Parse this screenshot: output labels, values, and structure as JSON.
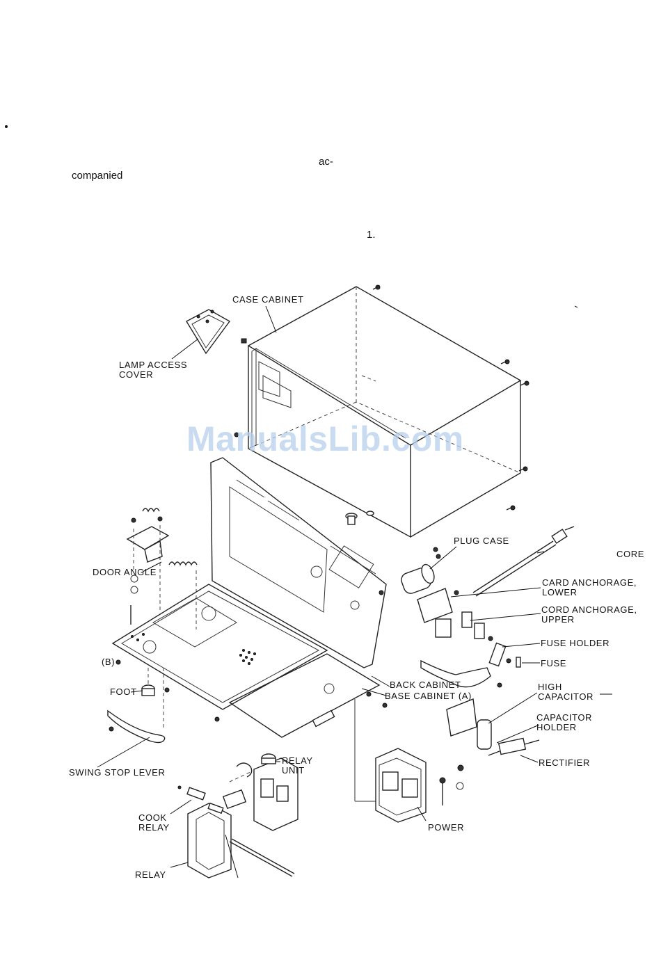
{
  "text": {
    "fragment_ac": "ac-",
    "fragment_companied": "companied",
    "fragment_number": "1."
  },
  "watermark": "ManualsLib.com",
  "labels": {
    "case_cabinet": "CASE CABINET",
    "lamp_access_cover": "LAMP ACCESS\nCOVER",
    "plug_case": "PLUG CASE",
    "cord": "CORE",
    "door_angle": "DOOR ANGLE",
    "card_anchorage_lower": "CARD ANCHORAGE,\nLOWER",
    "cord_anchorage_upper": "CORD ANCHORAGE,\nUPPER",
    "fuse_holder": "FUSE HOLDER",
    "fuse": "FUSE",
    "b": "(B)",
    "back_cabinet": "BACK CABINET",
    "base_cabinet_a": "BASE CABINET (A)",
    "foot": "FOOT",
    "high_capacitor": "HIGH\nCAPACITOR",
    "capacitor_holder": "CAPACITOR\nHOLDER",
    "rectifier": "RECTIFIER",
    "relay_unit": "RELAY\nUNIT",
    "swing_stop_lever": "SWING STOP LEVER",
    "cook_relay": "COOK\nRELAY",
    "power": "POWER",
    "relay": "RELAY"
  }
}
